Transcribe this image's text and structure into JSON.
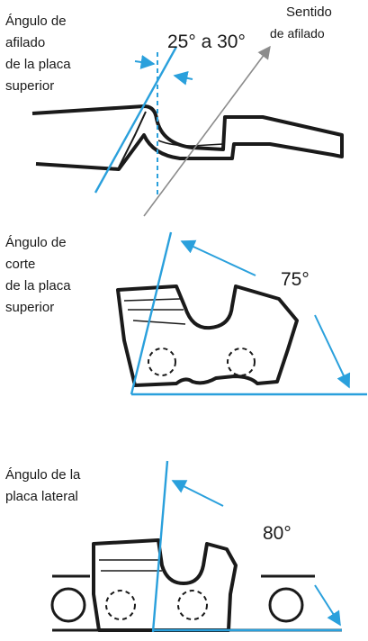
{
  "colors": {
    "ink": "#1a1a1a",
    "accent": "#2aa0dc",
    "arrow_gray": "#8c8c8c",
    "background": "#ffffff"
  },
  "panel_top": {
    "label_lines": [
      "Ángulo de",
      "afilado",
      "de la placa",
      "superior"
    ],
    "angle_text": "25° a 30°",
    "direction_lines": [
      "Sentido",
      "de afilado"
    ]
  },
  "panel_middle": {
    "label_lines": [
      "Ángulo de",
      "corte",
      "de la placa",
      "superior"
    ],
    "angle_text": "75°"
  },
  "panel_bottom": {
    "label_lines": [
      "Ángulo de la",
      "placa lateral"
    ],
    "angle_text": "80°"
  }
}
